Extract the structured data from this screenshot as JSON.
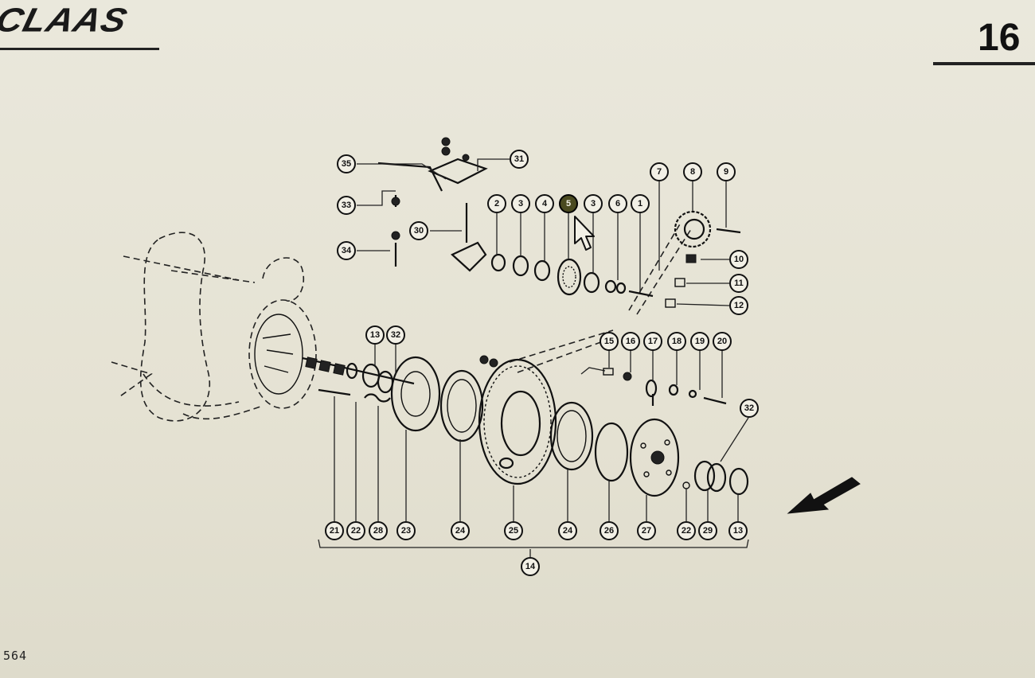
{
  "header": {
    "brand": "CLAAS",
    "page_number": "16"
  },
  "footer": {
    "code": "564"
  },
  "callouts": [
    {
      "label": "35"
    },
    {
      "label": "31"
    },
    {
      "label": "33"
    },
    {
      "label": "30"
    },
    {
      "label": "34"
    },
    {
      "label": "2"
    },
    {
      "label": "3"
    },
    {
      "label": "4"
    },
    {
      "label": "5"
    },
    {
      "label": "3"
    },
    {
      "label": "6"
    },
    {
      "label": "1"
    },
    {
      "label": "7"
    },
    {
      "label": "8"
    },
    {
      "label": "9"
    },
    {
      "label": "10"
    },
    {
      "label": "11"
    },
    {
      "label": "12"
    },
    {
      "label": "13"
    },
    {
      "label": "32"
    },
    {
      "label": "15"
    },
    {
      "label": "16"
    },
    {
      "label": "17"
    },
    {
      "label": "18"
    },
    {
      "label": "19"
    },
    {
      "label": "20"
    },
    {
      "label": "32"
    },
    {
      "label": "21"
    },
    {
      "label": "22"
    },
    {
      "label": "28"
    },
    {
      "label": "23"
    },
    {
      "label": "24"
    },
    {
      "label": "25"
    },
    {
      "label": "24"
    },
    {
      "label": "26"
    },
    {
      "label": "27"
    },
    {
      "label": "22"
    },
    {
      "label": "29"
    },
    {
      "label": "13"
    },
    {
      "label": "14"
    }
  ],
  "selected_callout": "5",
  "icons": {
    "cursor": "mouse-pointer-icon",
    "arrow": "direction-arrow-icon"
  }
}
